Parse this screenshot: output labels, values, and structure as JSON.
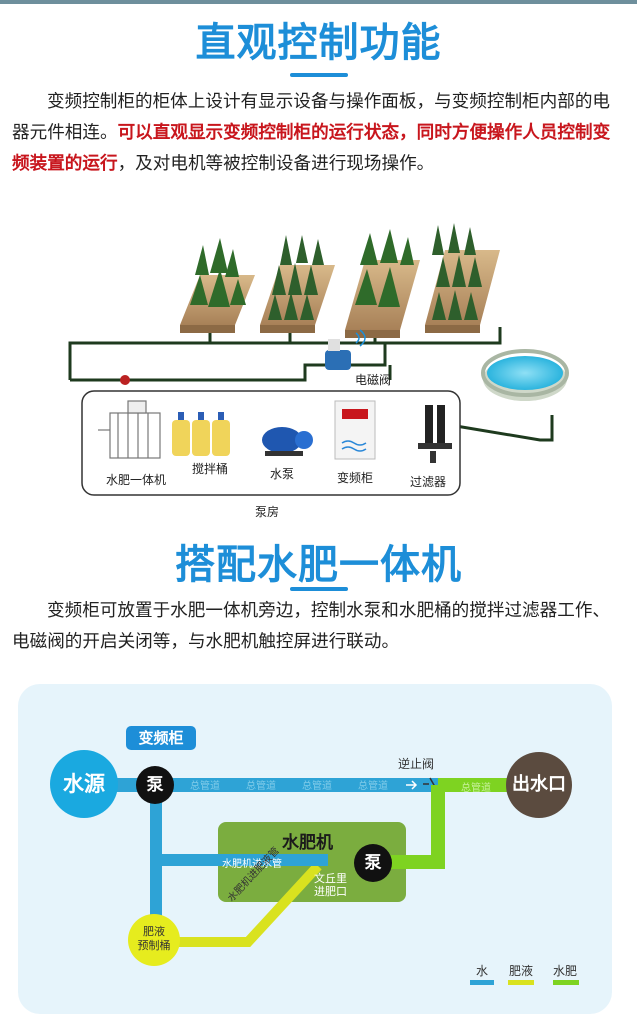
{
  "section1": {
    "title": "直观控制功能",
    "para_start": "变频控制柜的柜体上设计有显示设备与操作面板，与变频控制柜内部的电器元件相连。",
    "para_highlight": "可以直观显示变频控制柜的运行状态，同时方便操作人员控制变频装置的运行",
    "para_end": "，及对电机等被控制设备进行现场操作。"
  },
  "scene": {
    "valve_label": "电磁阀",
    "mixer_label": "水肥一体机",
    "tank_label": "搅拌桶",
    "pump_label": "水泵",
    "cabinet_label": "变频柜",
    "filter_label": "过滤器",
    "room_label": "泵房"
  },
  "section2": {
    "title": "搭配水肥一体机",
    "para": "变频柜可放置于水肥一体机旁边，控制水泵和水肥桶的搅拌过滤器工作、电磁阀的开启关闭等，与水肥机触控屏进行联动。"
  },
  "diagram": {
    "cabinet_tag": "变频柜",
    "source": "水源",
    "pump": "泵",
    "check_valve": "逆止阀",
    "main_pipe": "总管道",
    "outlet": "出水口",
    "machine": "水肥机",
    "machine_pump": "泵",
    "machine_inlet": "水肥机进水管",
    "fert_inlet": "水肥机进肥液管",
    "venturi_1": "文丘里",
    "venturi_2": "进肥口",
    "tank_1": "肥液",
    "tank_2": "预制桶",
    "legend": {
      "water": "水",
      "fert": "肥液",
      "mix": "水肥",
      "water_color": "#2ea3d6",
      "fert_color": "#d9e21f",
      "mix_color": "#7ed321"
    }
  }
}
